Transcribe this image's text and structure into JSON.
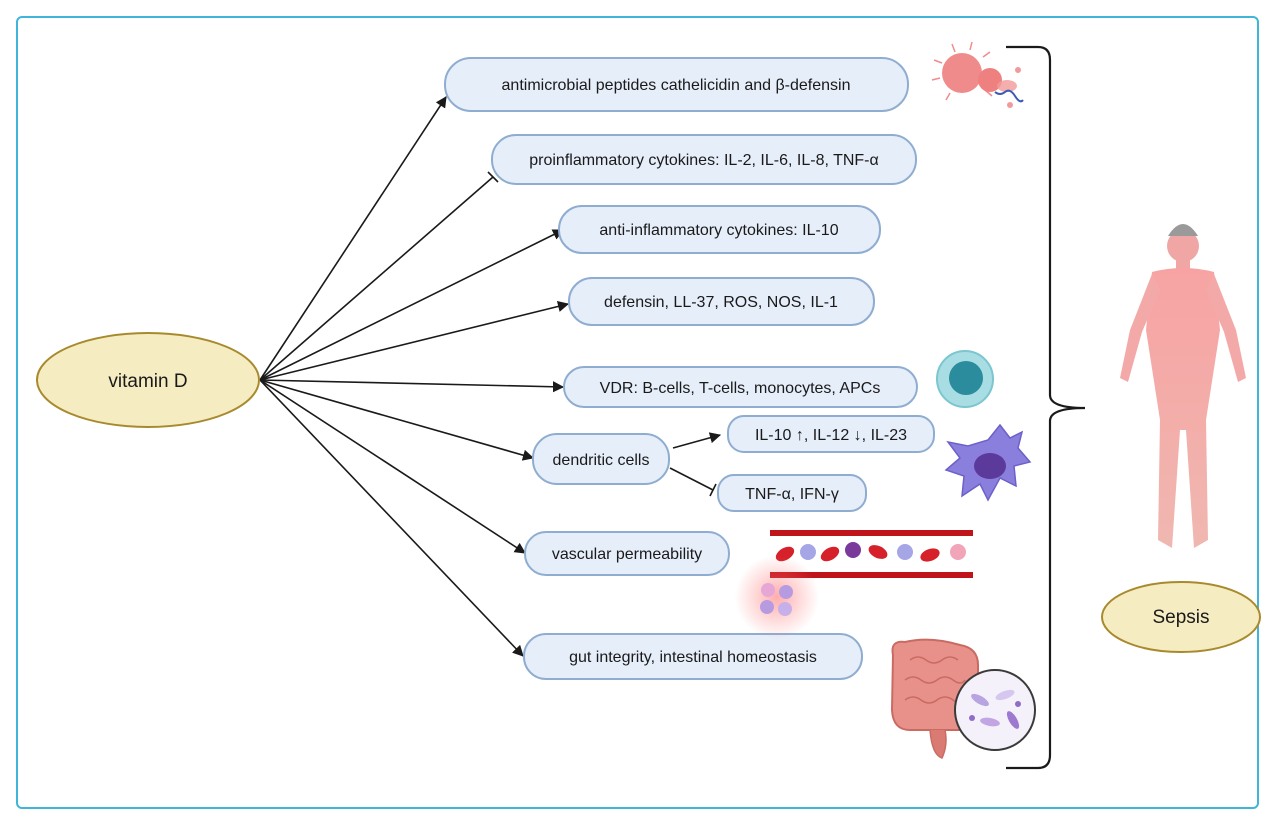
{
  "source": {
    "label": "vitamin D"
  },
  "target": {
    "label": "Sepsis"
  },
  "effects": {
    "antimicrobial": "antimicrobial peptides cathelicidin and β-defensin",
    "proinflammatory": "proinflammatory cytokines: IL-2, IL-6, IL-8, TNF-α",
    "anti_inflammatory": "anti-inflammatory cytokines: IL-10",
    "defensin": "defensin, LL-37, ROS, NOS, IL-1",
    "vdr": "VDR: B-cells, T-cells, monocytes, APCs",
    "dendritic": "dendritic cells",
    "dendritic_up": "IL-10 ↑, IL-12 ↓, IL-23",
    "dendritic_down": "TNF-α, IFN-γ",
    "vascular": "vascular permeability",
    "gut": "gut integrity, intestinal homeostasis"
  },
  "colors": {
    "frame": "#3fb5d9",
    "pill_fill": "#e6eefa",
    "pill_stroke": "#8fadd0",
    "oval_fill": "#f5ecc1",
    "oval_stroke": "#a88a2e",
    "arrow": "#1a1a1a"
  }
}
